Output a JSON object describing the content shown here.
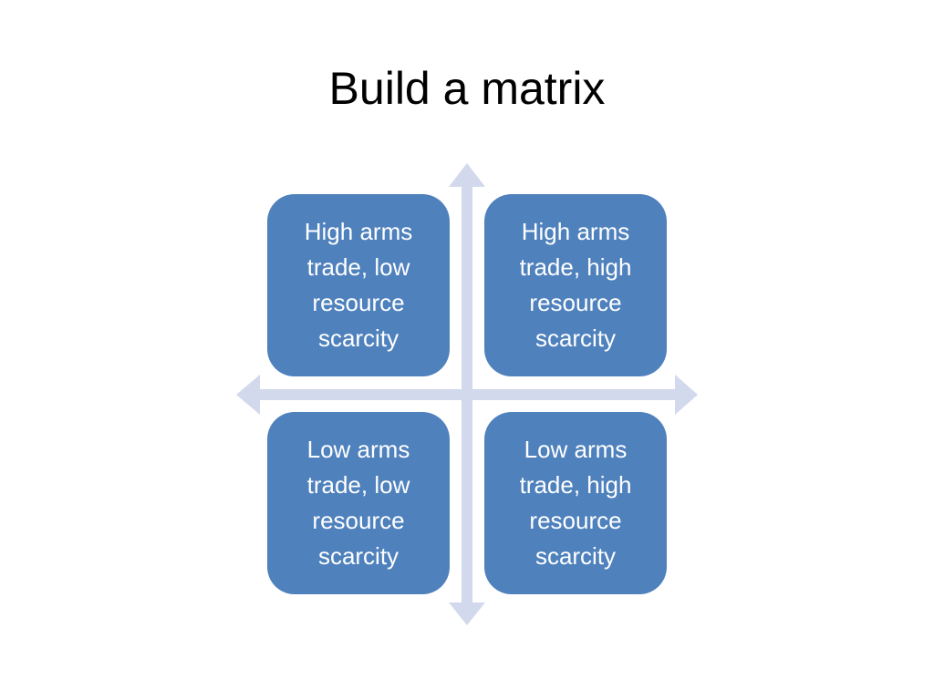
{
  "slide": {
    "title": "Build a matrix"
  },
  "matrix": {
    "axis_color": "#d3d9ec",
    "box_color": "#4f81bd",
    "text_color": "#ffffff",
    "quadrants": {
      "top_left": "High arms trade, low resource scarcity",
      "top_right": "High arms trade, high resource scarcity",
      "bottom_left": "Low arms trade, low resource scarcity",
      "bottom_right": "Low arms trade, high resource scarcity"
    }
  }
}
